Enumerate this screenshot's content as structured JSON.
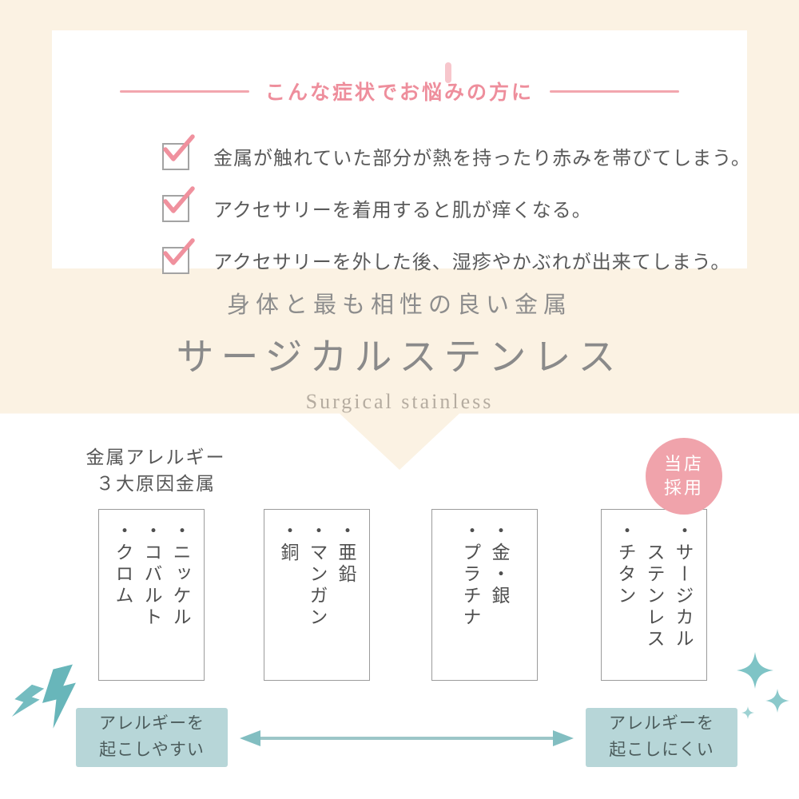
{
  "colors": {
    "cream_bg": "#fbf2e3",
    "accent_pink": "#ee8e9c",
    "line_pink": "#f2a6ae",
    "badge_pink": "#f0a3ab",
    "teal": "#6fb9bd",
    "scale_label_bg": "#b7d6d8",
    "heading_gray": "#8a8a8a",
    "text_gray": "#5a5a5a",
    "english_gray": "#b5aca0"
  },
  "symptoms": {
    "title": "こんな症状でお悩みの方に",
    "items": [
      {
        "text": "金属が触れていた部分が熱を持ったり赤みを帯びてしまう。"
      },
      {
        "text": "アクセサリーを着用すると肌が痒くなる。"
      },
      {
        "text": "アクセサリーを外した後、湿疹やかぶれが出来てしまう。"
      }
    ]
  },
  "hero": {
    "subtitle": "身体と最も相性の良い金属",
    "title": "サージカルステンレス",
    "english": "Surgical stainless"
  },
  "comparison": {
    "label_lines": [
      "金属アレルギー",
      "３大原因金属"
    ],
    "badge_lines": [
      "当店",
      "採用"
    ],
    "boxes": [
      {
        "columns": [
          "・ニッケル",
          "・コバルト",
          "・クロム"
        ]
      },
      {
        "columns": [
          "・亜鉛",
          "・マンガン",
          "・銅"
        ]
      },
      {
        "columns": [
          "・金・銀",
          "・プラチナ"
        ]
      },
      {
        "columns": [
          "・サージカル",
          "　ステンレス",
          "・チタン"
        ]
      }
    ],
    "scale": {
      "left_lines": [
        "アレルギーを",
        "起こしやすい"
      ],
      "right_lines": [
        "アレルギーを",
        "起こしにくい"
      ]
    }
  }
}
